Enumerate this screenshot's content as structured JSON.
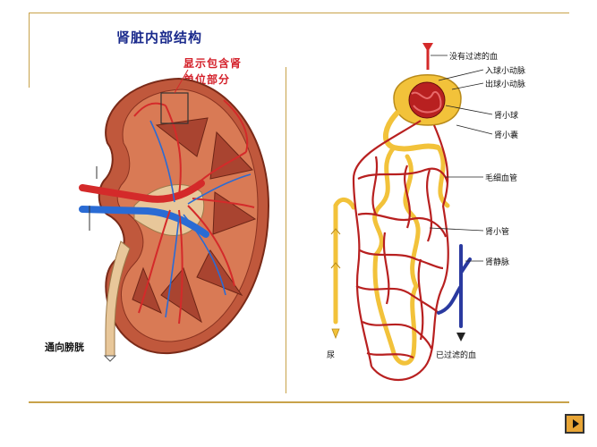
{
  "title": "肾脏内部结构",
  "note_line1": "显示包含肾",
  "note_line2": "单位部分",
  "bladder_label": "通向膀胱",
  "labels": {
    "unfiltered_blood": "没有过滤的血",
    "afferent_arteriole": "入球小动脉",
    "efferent_arteriole": "出球小动脉",
    "glomerulus": "肾小球",
    "capsule": "肾小囊",
    "capillary": "毛细血管",
    "tubule": "肾小管",
    "renal_vein": "肾静脉",
    "urine": "尿",
    "filtered_blood": "已过滤的血"
  },
  "colors": {
    "artery": "#d42a2a",
    "vein": "#2a6bd4",
    "tubule": "#f2c23a",
    "cortex": "#c7583a",
    "title": "#1a2a8c",
    "frame": "#c8a24a"
  },
  "nav": {
    "icon": "play-next-icon"
  }
}
